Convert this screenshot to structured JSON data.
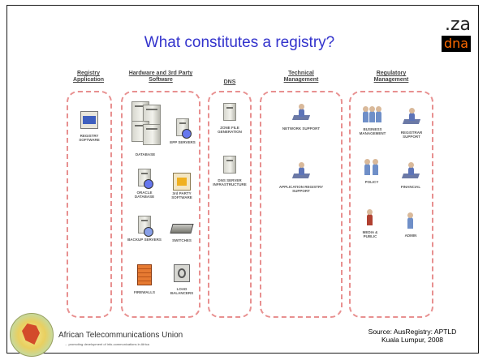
{
  "slide": {
    "title": "What constitutes a registry?",
    "logo": {
      "top": ".za",
      "bottom": "dna"
    },
    "footer": {
      "org_name": "African Telecommunications Union",
      "org_tagline": "... promoting development of info-communications in Africa",
      "source_line1": "Source: AusRegistry: APTLD",
      "source_line2": "Kuala Lumpur, 2008"
    }
  },
  "columns": [
    {
      "header": "Registry Application",
      "items": [
        {
          "label": "REGISTRY SOFTWARE",
          "icon": "floppy-disk-icon"
        }
      ]
    },
    {
      "header": "Hardware and 3rd Party Software",
      "items": [
        {
          "label": "DATABASE",
          "icon": "server-cluster-icon"
        },
        {
          "label": "EPP SERVERS",
          "icon": "server-disc-icon"
        },
        {
          "label": "ORACLE DATABASE",
          "icon": "server-disc-icon"
        },
        {
          "label": "3rd PARTY SOFTWARE",
          "icon": "software-icon"
        },
        {
          "label": "BACKUP SERVERS",
          "icon": "server-icon"
        },
        {
          "label": "SWITCHES",
          "icon": "network-switch-icon"
        },
        {
          "label": "FIREWALLS",
          "icon": "firewall-icon"
        },
        {
          "label": "LOAD BALANCERS",
          "icon": "load-balancer-icon"
        }
      ]
    },
    {
      "header": "DNS",
      "items": [
        {
          "label": "ZONE FILE GENERATION",
          "icon": "server-icon"
        },
        {
          "label": "DNS SERVER INFRASTRUCTURE",
          "icon": "server-icon"
        }
      ]
    },
    {
      "header": "Technical Management",
      "items": [
        {
          "label": "NETWORK SUPPORT",
          "icon": "person-at-desk-icon"
        },
        {
          "label": "APPLICATION REGISTRY SUPPORT",
          "icon": "person-at-desk-icon"
        }
      ]
    },
    {
      "header": "Regulatory Management",
      "items": [
        {
          "label": "BUSINESS MANAGEMENT",
          "icon": "group-of-people-icon"
        },
        {
          "label": "REGISTRAR SUPPORT",
          "icon": "person-at-desk-icon"
        },
        {
          "label": "POLICY",
          "icon": "people-icon"
        },
        {
          "label": "FINANCIAL",
          "icon": "person-at-desk-icon"
        },
        {
          "label": "MEDIA & PUBLIC",
          "icon": "speaker-icon"
        },
        {
          "label": "ADMIN",
          "icon": "person-icon"
        }
      ]
    }
  ]
}
